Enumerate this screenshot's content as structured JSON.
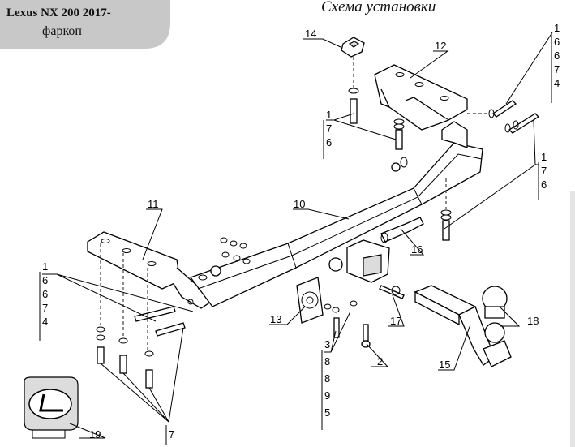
{
  "header": {
    "vehicle": "Lexus NX 200 2017-",
    "product": "фаркоп",
    "scheme_title": "Схема установки",
    "tab_color": "#c8c8c8"
  },
  "callouts": {
    "c14": "14",
    "c12": "12",
    "c11": "11",
    "c10": "10",
    "c16": "16",
    "c13": "13",
    "c17": "17",
    "c2": "2",
    "c18": "18",
    "c15": "15",
    "c19": "19"
  },
  "stacks": {
    "top_right": [
      "1",
      "6",
      "6",
      "7",
      "4"
    ],
    "mid_left": [
      "1",
      "7",
      "6"
    ],
    "mid_right": [
      "1",
      "7",
      "6"
    ],
    "left": [
      "1",
      "6",
      "6",
      "7",
      "4"
    ],
    "bottom_center": [
      "3",
      "8",
      "8",
      "9",
      "5"
    ],
    "bottom_left": [
      "7"
    ]
  },
  "emblem": "lexus-emblem-icon"
}
